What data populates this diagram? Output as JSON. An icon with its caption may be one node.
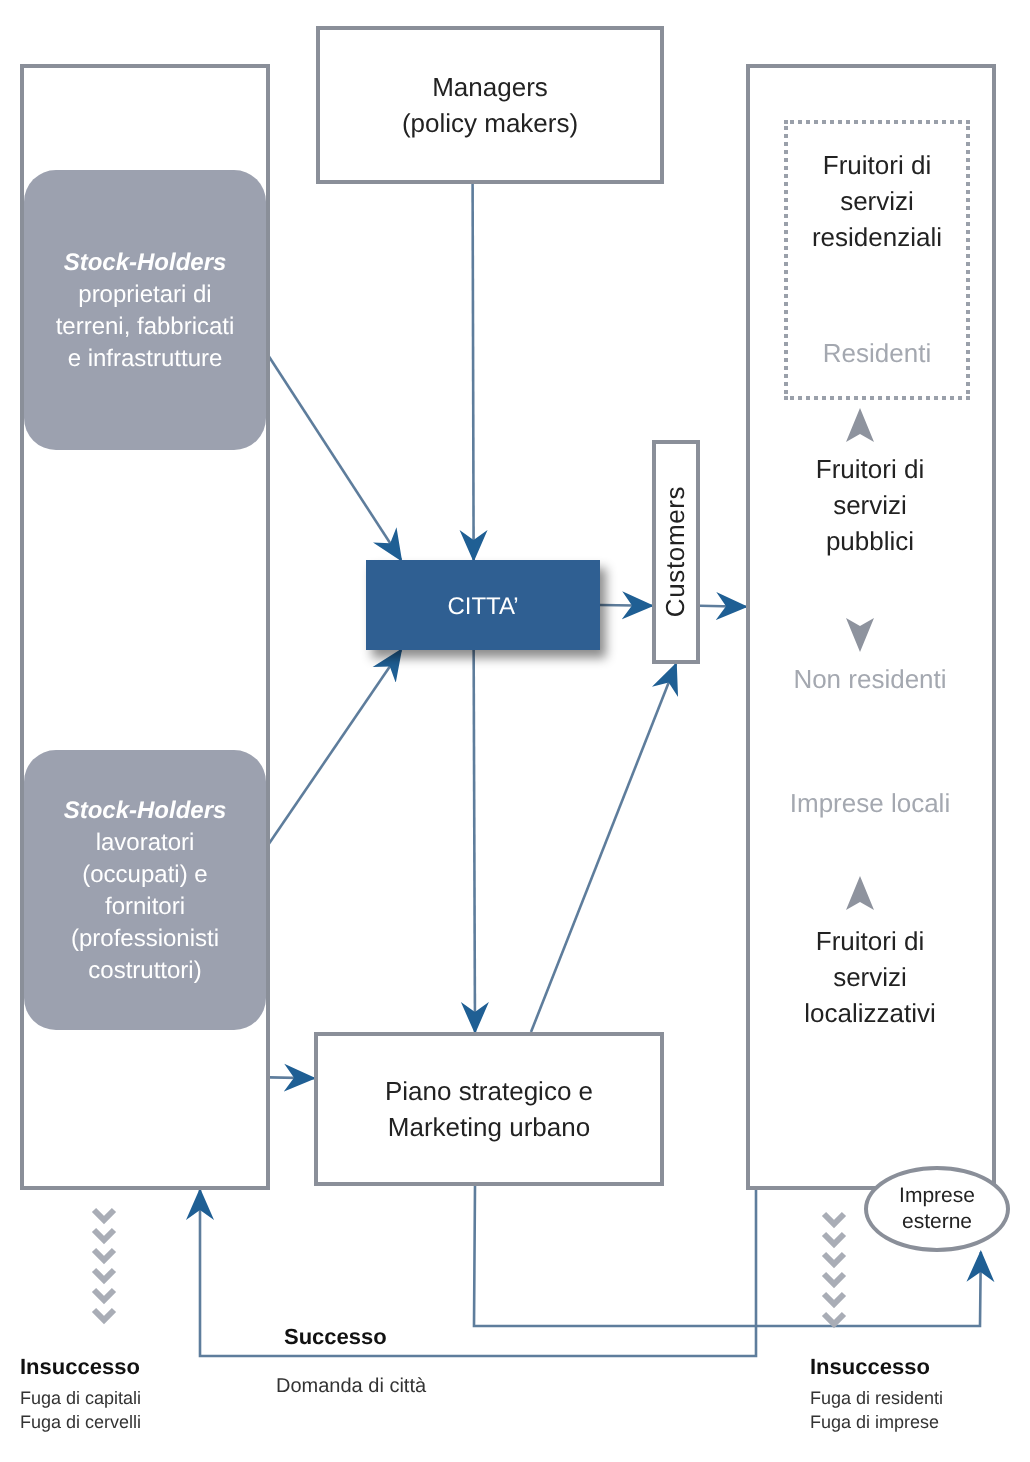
{
  "diagram": {
    "nodes": [
      {
        "text": [],
        "shape": "box"
      },
      {
        "text": [
          "Stock-Holders",
          "proprietari di terreni, fabbricati e infrastrutture"
        ],
        "in": 0
      },
      {
        "text": [
          "Stock-Holders",
          "lavoratori (occupati) e fornitori (professionisti costruttori)"
        ],
        "in": 0
      },
      {
        "text": [
          "Managers (policy makers)"
        ]
      },
      {
        "text": [
          "CITTA’"
        ]
      },
      {
        "text": [
          "Customers"
        ]
      },
      {
        "text": [],
        "shape": "box"
      },
      {
        "text": [
          "Fruitori di servizi residenziali",
          "Residenti"
        ],
        "in": 6
      },
      {
        "text": [
          "Piano strategico e Marketing urbano"
        ]
      },
      {
        "text": [
          "Imprese esterne"
        ]
      }
    ],
    "edges": [
      {
        "from": 1,
        "to": 4,
        "arrow": "to"
      },
      {
        "from": 3,
        "to": 4,
        "arrow": "to"
      },
      {
        "from": 2,
        "to": 4,
        "arrow": "to"
      },
      {
        "from": 4,
        "to": 5,
        "arrow": "to"
      },
      {
        "from": 5,
        "to": 6,
        "arrow": "to"
      },
      {
        "from": 4,
        "to": 8,
        "arrow": "to"
      },
      {
        "from": 0,
        "to": 8,
        "arrow": "to"
      },
      {
        "from": 8,
        "to": 5,
        "arrow": "to"
      },
      {
        "from": 8,
        "to": 9,
        "arrow": "to"
      },
      {
        "from": 6,
        "to": 0,
        "arrow": "to",
        "label": "Successo"
      }
    ],
    "labels": [
      "Fruitori di servizi pubblici",
      "Non residenti",
      "Imprese locali",
      "Fruitori di servizi localizzativi",
      "Domanda di città",
      "Insuccesso",
      "Fuga di capitali",
      "Fuga di cervelli",
      "Insuccesso",
      "Fuga di residenti",
      "Fuga di imprese"
    ]
  }
}
